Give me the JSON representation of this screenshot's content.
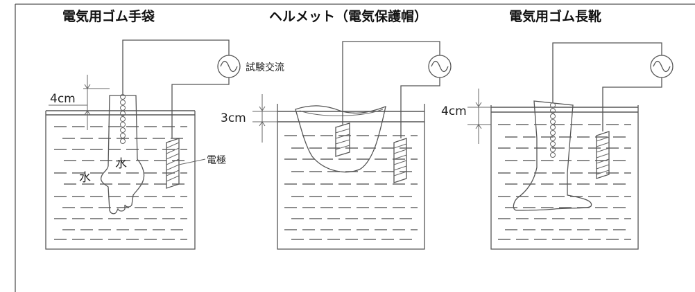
{
  "titles": {
    "glove": "電気用ゴム手袋",
    "helmet": "ヘルメット（電気保護帽）",
    "boot": "電気用ゴム長靴"
  },
  "labels": {
    "test_ac": "試験交流",
    "electrode": "電極",
    "water": "水",
    "water_inner": "水",
    "depth_glove": "4cm",
    "depth_helmet": "3cm",
    "depth_boot": "4cm"
  },
  "icons": {
    "ac_source": "sine-wave-icon"
  }
}
